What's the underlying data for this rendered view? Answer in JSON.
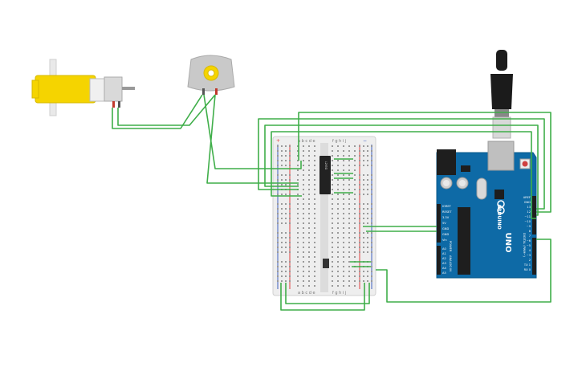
{
  "canvas": {
    "background": "#ffffff"
  },
  "colors": {
    "wire_green": "#3fae49",
    "motor_yellow": "#f5d400",
    "breadboard": "#eeeeee",
    "rail_red": "#e04040",
    "rail_blue": "#4060c0",
    "arduino_blue": "#0e6aa6",
    "chip_black": "#222222"
  },
  "components": {
    "gear_motor": {
      "icon": "gear-motor-icon"
    },
    "dc_motor": {
      "icon": "dc-motor-icon"
    },
    "usb_cable": {
      "icon": "usb-cable-icon"
    },
    "breadboard": {
      "top_cols_left": "a b c d e",
      "top_cols_right": "f g h i j",
      "bottom_cols_left": "a b c d e",
      "bottom_cols_right": "f g h i j",
      "rail_plus": "+",
      "rail_minus": "−"
    },
    "ic_chip": {
      "label": "L293D"
    },
    "arduino": {
      "brand": "ARDUINO",
      "model": "UNO",
      "power_pins": [
        "IOREF",
        "RESET",
        "3.3V",
        "5V",
        "GND",
        "GND",
        "Vin"
      ],
      "analog_pins": [
        "A0",
        "A1",
        "A2",
        "A3",
        "A4",
        "A5"
      ],
      "digital_pins": [
        "AREF",
        "GND",
        "13",
        "12",
        "~11",
        "~10",
        "~9",
        "8",
        "7",
        "~6",
        "~5",
        "4",
        "~3",
        "2",
        "TX 1",
        "RX 0"
      ],
      "analog_header_label": "ANALOG IN",
      "power_header_label": "POWER",
      "digital_header_label": "DIGITAL (PWM~)"
    }
  }
}
